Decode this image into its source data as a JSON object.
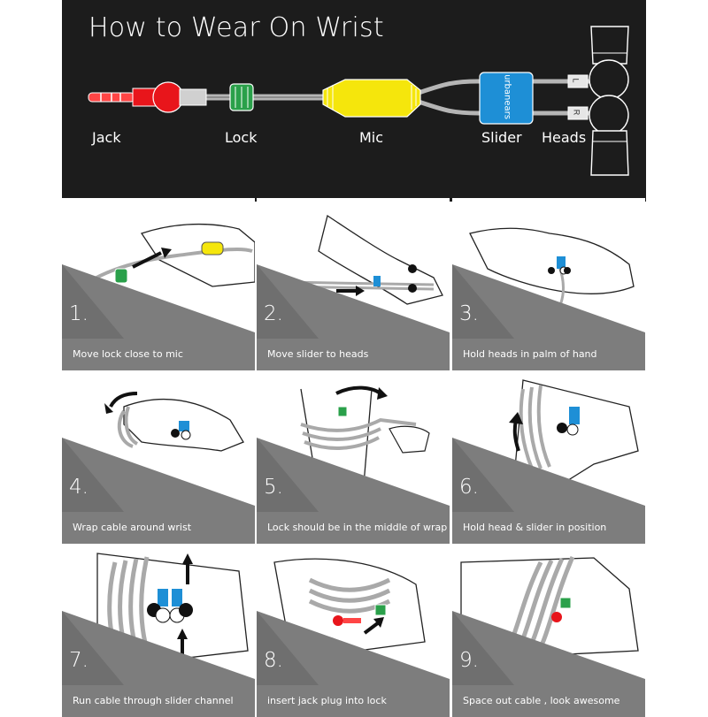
{
  "header": {
    "title": "How to Wear On Wrist",
    "brand_text": "urbanears",
    "side_left": "L",
    "side_right": "R",
    "parts": [
      {
        "label": "Jack",
        "color": "#e8151b"
      },
      {
        "label": "Lock",
        "color": "#2aa04a"
      },
      {
        "label": "Mic",
        "color": "#f5e60c"
      },
      {
        "label": "Slider",
        "color": "#1e8fd6"
      },
      {
        "label": "Heads",
        "color": "#111111"
      }
    ]
  },
  "steps": [
    {
      "number": "1.",
      "caption": "Move lock close to mic"
    },
    {
      "number": "2.",
      "caption": "Move slider to heads"
    },
    {
      "number": "3.",
      "caption": "Hold heads in palm of hand"
    },
    {
      "number": "4.",
      "caption": "Wrap cable around wrist"
    },
    {
      "number": "5.",
      "caption": "Lock should be in the middle of wrap"
    },
    {
      "number": "6.",
      "caption": "Hold head & slider in position"
    },
    {
      "number": "7.",
      "caption": "Run cable through slider channel"
    },
    {
      "number": "8.",
      "caption": "insert jack plug into lock"
    },
    {
      "number": "9.",
      "caption": "Space out cable , look awesome"
    }
  ],
  "colors": {
    "panel_gray": "#7d7d7d",
    "header_bg": "#1c1c1c",
    "cable": "#a9a9a9"
  }
}
